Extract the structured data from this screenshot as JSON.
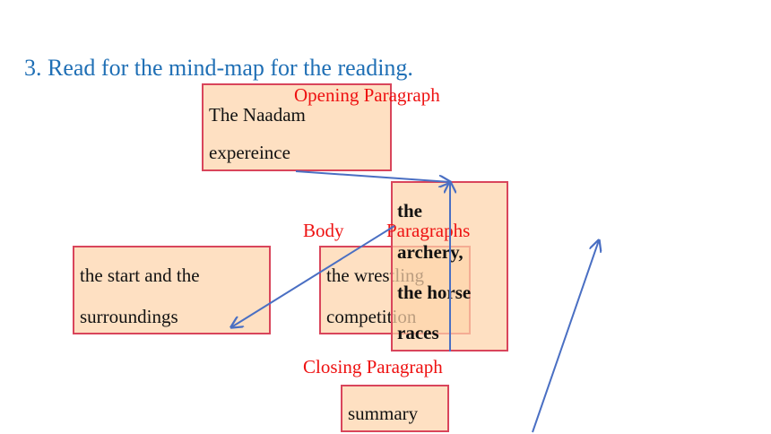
{
  "slide": {
    "title": "3. Read for the mind-map for the reading."
  },
  "labels": {
    "opening": "Opening Paragraph",
    "body_word1": "Body",
    "body_word2": "Paragraphs",
    "closing": "Closing Paragraph"
  },
  "boxes": {
    "naadam": {
      "line1": "The Naadam",
      "line2": "expereince"
    },
    "start": {
      "line1": "the start and the",
      "line2": "surroundings"
    },
    "wrestling": {
      "line1": "the wrestling",
      "line2": "competition"
    },
    "archery": {
      "line1": "the",
      "line2": "archery,",
      "line3": "the horse",
      "line4": "races"
    },
    "summary": {
      "line1": "summary"
    }
  },
  "colors": {
    "title": "#1f6fb5",
    "label": "#ee1111",
    "box_fill": "#fdd4aa",
    "box_border": "#d9455b",
    "arrow": "#4a6fc3"
  }
}
